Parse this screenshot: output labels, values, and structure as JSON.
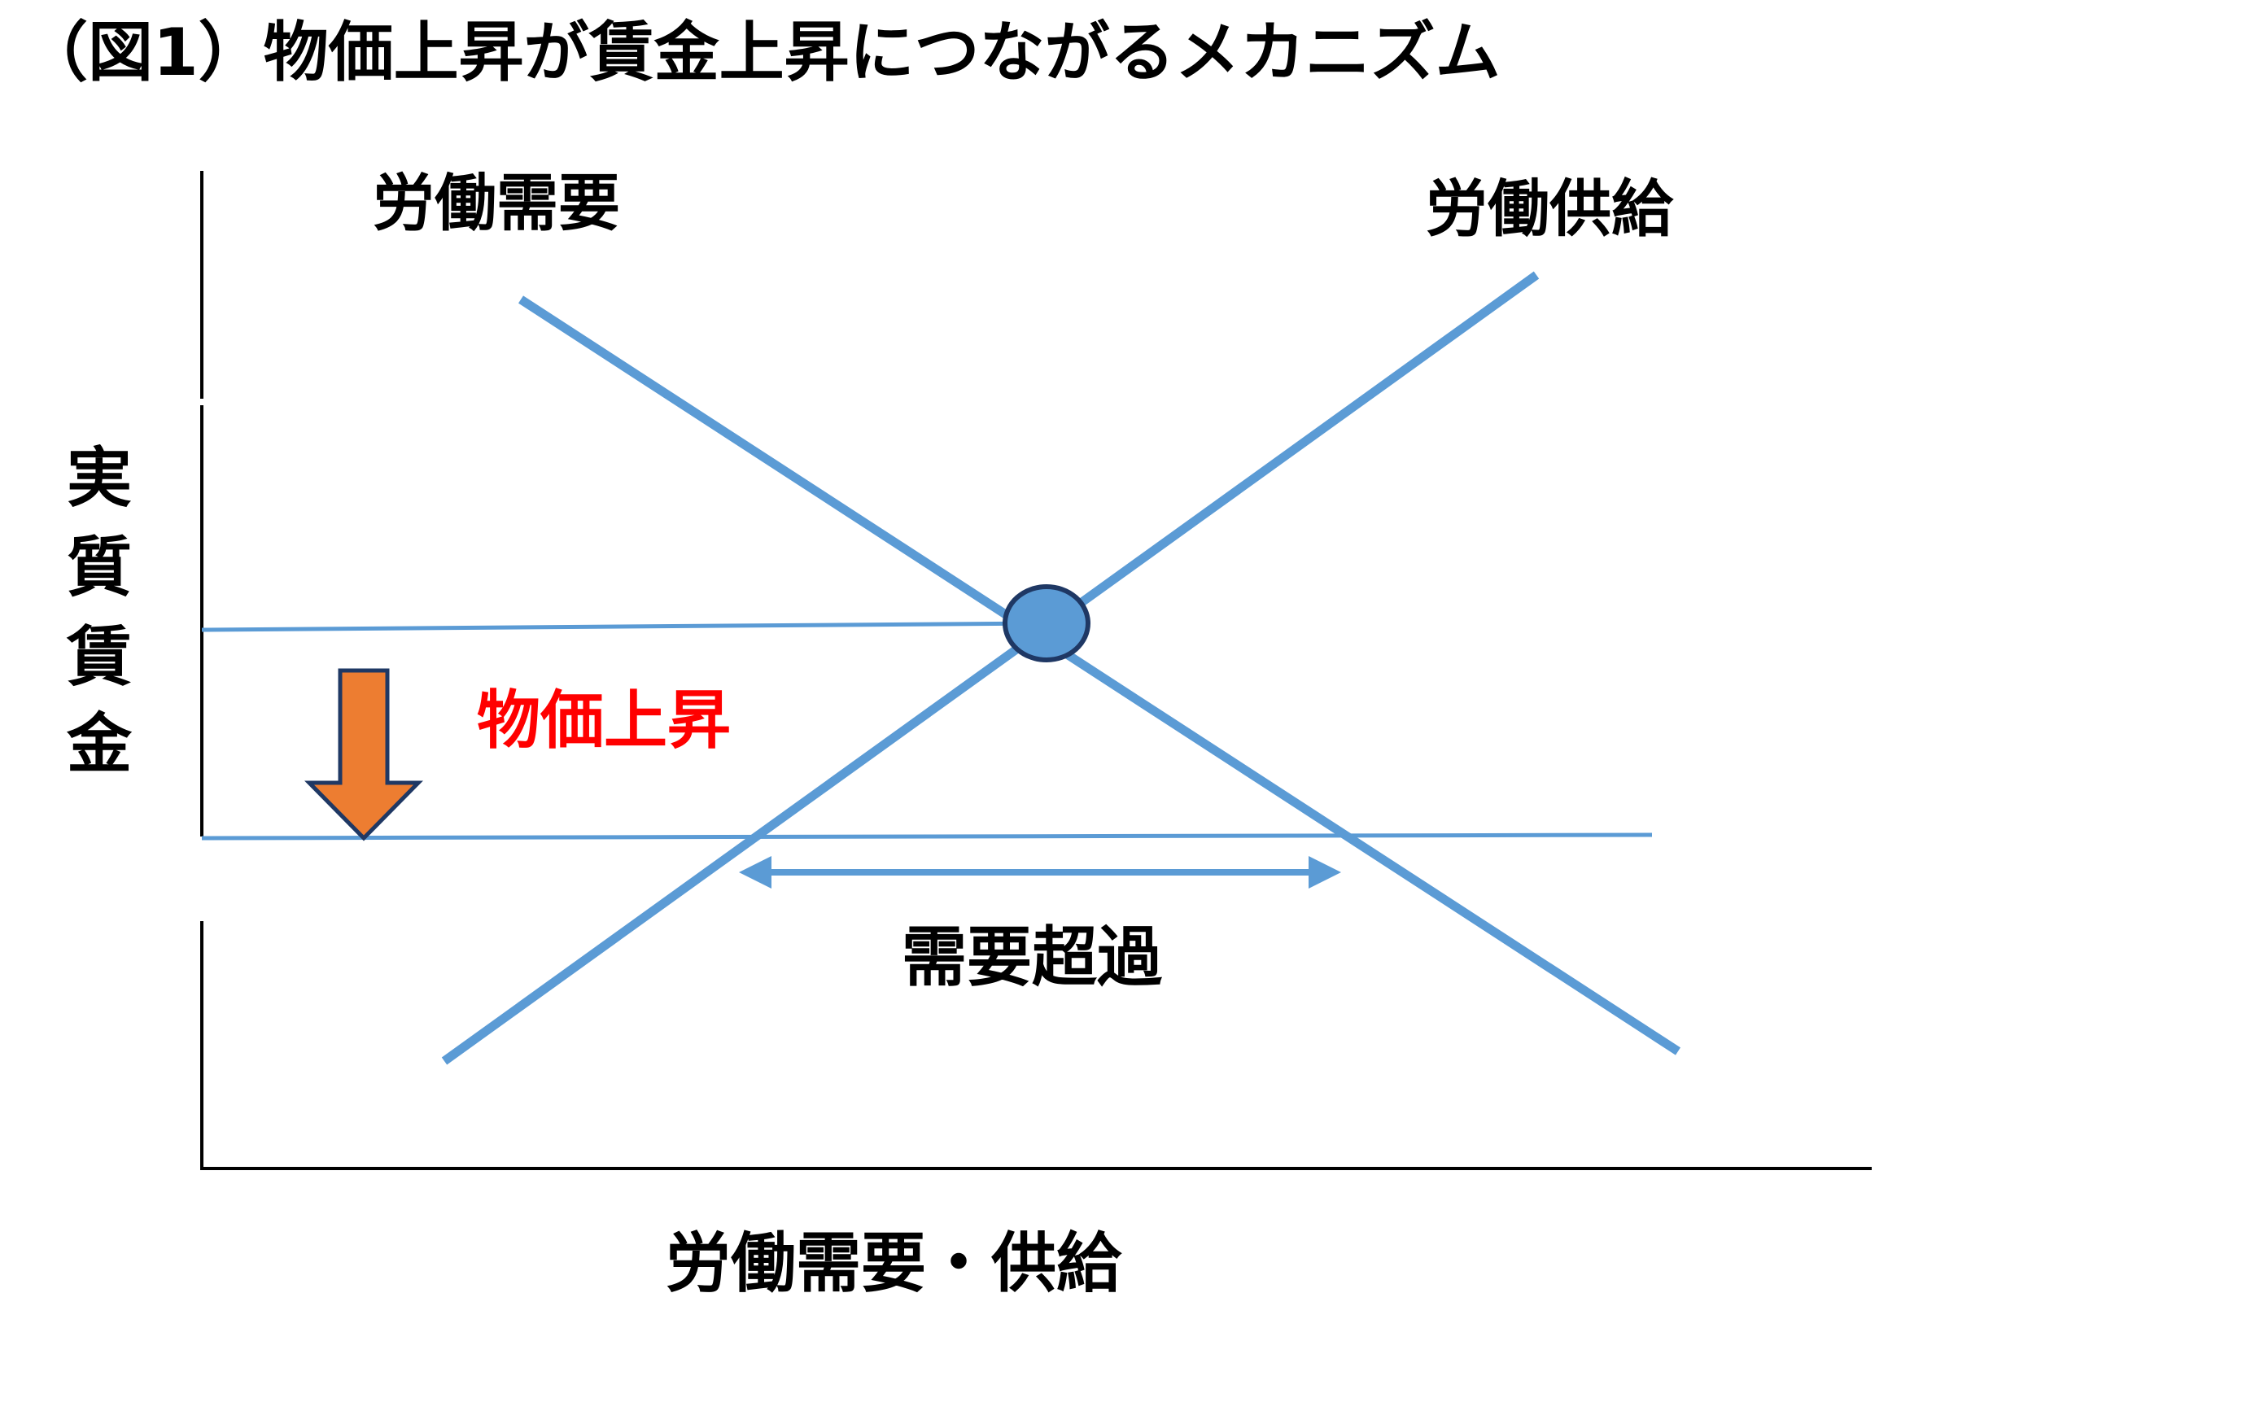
{
  "title": "（図1）物価上昇が賃金上昇につながるメカニズム",
  "curves": {
    "demand_label": "労働需要",
    "supply_label": "労働供給"
  },
  "axes": {
    "y_label_chars": [
      "実",
      "質",
      "賃",
      "金"
    ],
    "x_label": "労働需要・供給"
  },
  "annotations": {
    "price_rise": "物価上昇",
    "excess_demand": "需要超過"
  },
  "colors": {
    "curve": "#5b9bd5",
    "equilibrium_fill": "#5b9bd5",
    "equilibrium_stroke": "#1f3864",
    "arrow_fill": "#ed7d31",
    "arrow_stroke": "#1f3864",
    "price_rise_text": "#ff0000",
    "text": "#000000",
    "axis": "#000000"
  },
  "icons": {
    "price_drop_arrow": "down-arrow-icon",
    "excess_demand_arrow": "double-headed-arrow-icon"
  }
}
